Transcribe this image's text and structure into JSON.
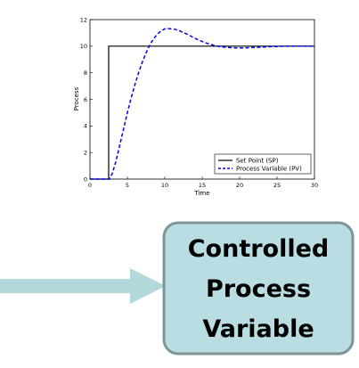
{
  "chart_data": {
    "type": "line",
    "title": "",
    "xlabel": "Time",
    "ylabel": "Process",
    "xlim": [
      0,
      30
    ],
    "ylim": [
      0,
      12
    ],
    "x_ticks": [
      0,
      5,
      10,
      15,
      20,
      25,
      30
    ],
    "y_ticks": [
      0,
      2,
      4,
      6,
      8,
      10,
      12
    ],
    "grid": false,
    "legend_position": "bottom-right",
    "series": [
      {
        "name": "Set Point (SP)",
        "color": "#000000",
        "style": "solid",
        "x": [
          0,
          2.5,
          2.5,
          30
        ],
        "y": [
          0,
          0,
          10,
          10
        ]
      },
      {
        "name": "Process Variable (PV)",
        "color": "#0000ff",
        "style": "dashed",
        "x": [
          0,
          2.6,
          3,
          3.5,
          4,
          4.5,
          5,
          5.5,
          6,
          6.5,
          7,
          7.5,
          8,
          8.5,
          9,
          9.5,
          10,
          10.5,
          11,
          11.5,
          12,
          13,
          14,
          15,
          16,
          17,
          18,
          19,
          20,
          21,
          22,
          23,
          24,
          25,
          26,
          27,
          28,
          29,
          30
        ],
        "y": [
          0,
          0,
          0.45,
          1.4,
          2.6,
          3.8,
          5.0,
          6.1,
          7.1,
          8.0,
          8.8,
          9.5,
          10.1,
          10.55,
          10.9,
          11.15,
          11.3,
          11.32,
          11.3,
          11.25,
          11.15,
          10.9,
          10.6,
          10.35,
          10.15,
          10.0,
          9.92,
          9.88,
          9.87,
          9.88,
          9.9,
          9.93,
          9.96,
          9.98,
          10.0,
          10.01,
          10.01,
          10.0,
          10.0
        ]
      }
    ]
  },
  "diagram": {
    "box_lines": [
      "Controlled",
      "Process",
      "Variable"
    ],
    "box_fill": "#b9dde2",
    "box_border": "#7f9498",
    "arrow_color": "#b2d8dc"
  }
}
